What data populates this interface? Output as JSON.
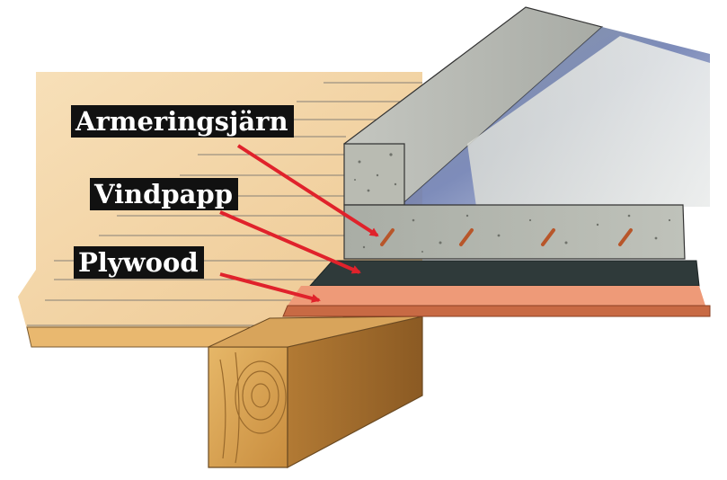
{
  "labels": {
    "rebar": "Armeringsjärn",
    "wind_barrier": "Vindpapp",
    "plywood": "Plywood"
  },
  "colors": {
    "arrow": "#e0222b",
    "label_bg": "#111111",
    "label_text": "#ffffff",
    "concrete": "#b9bbb2",
    "membrane": "#2f3a3a",
    "plywood": "#e98a66",
    "wood": "#e2a85a"
  }
}
